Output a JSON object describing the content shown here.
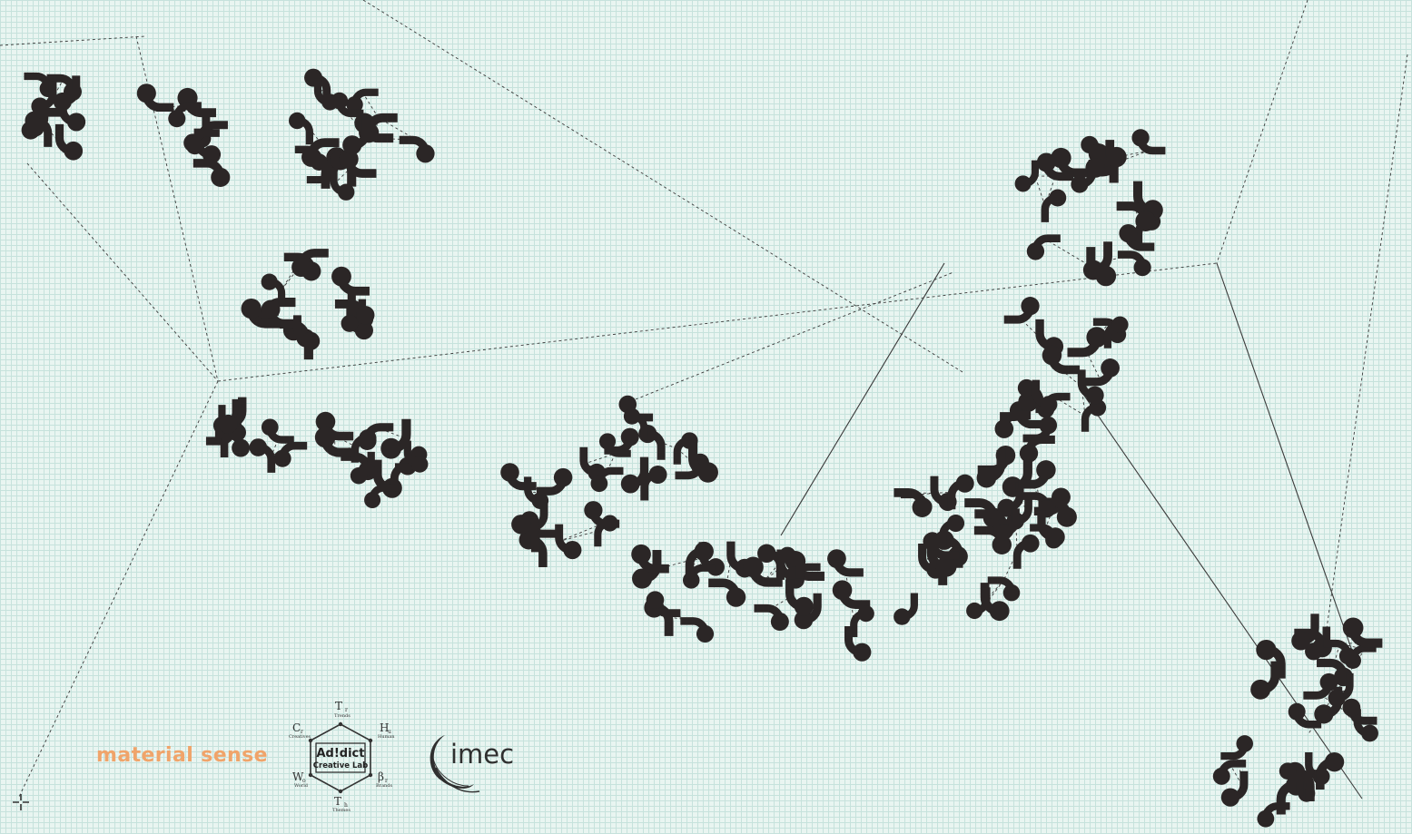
{
  "brand": {
    "material_sense": "material sense",
    "material_sense_color": "#f0a46a",
    "imec": "imec"
  },
  "lab_logo": {
    "title_line1": "Ad!dict",
    "title_line2": "Creative Lab",
    "nodes": [
      {
        "symbol": "T",
        "sub": "r",
        "caption": "Trends"
      },
      {
        "symbol": "H",
        "sub": "u",
        "caption": "Human"
      },
      {
        "symbol": "β",
        "sub": "r",
        "caption": "Brands"
      },
      {
        "symbol": "T",
        "sub": "h",
        "caption": "Themes"
      },
      {
        "symbol": "W",
        "sub": "o",
        "caption": "World"
      },
      {
        "symbol": "C",
        "sub": "r",
        "caption": "Creatives"
      }
    ]
  },
  "colors": {
    "glyph": "#2b2626",
    "background": "#e9f5f1",
    "grid": "#c6e2dc",
    "edge": "#3a3a3a"
  },
  "icons": [
    "hook-glyph",
    "crosshair-icon",
    "imec-swirl-icon",
    "hexagon-logo"
  ]
}
